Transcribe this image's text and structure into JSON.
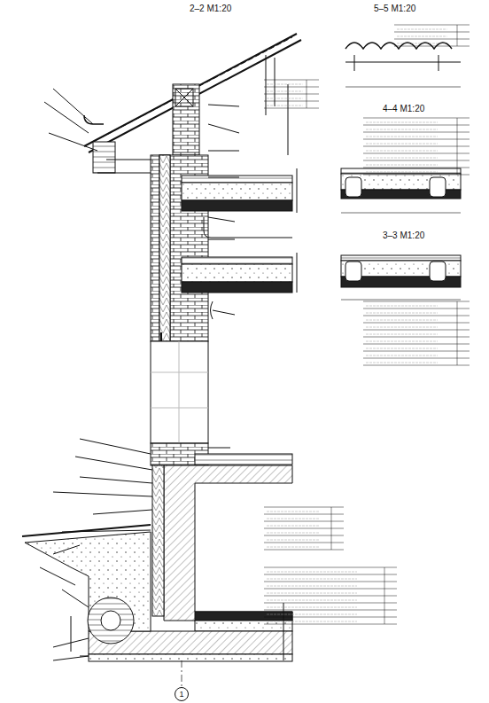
{
  "diagram": {
    "nodes": [
      {
        "text": [
          "1"
        ]
      }
    ],
    "labels": [
      "2–2 M1:20",
      "5–5 M1:20",
      "4–4 M1:20",
      "3–3 M1:20"
    ]
  }
}
